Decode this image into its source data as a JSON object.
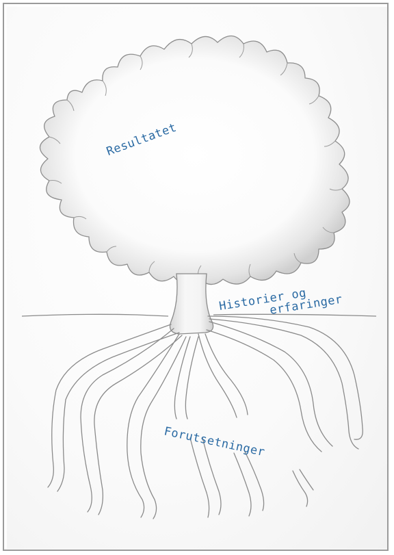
{
  "labels": {
    "result": "Resultatet",
    "stories_line1": "Historier og",
    "stories_line2": "erfaringer",
    "prerequisites": "Forutsetninger"
  },
  "colors": {
    "label_text": "#2a6aa3",
    "pencil": "#8a8a8a",
    "frame": "#9a9a9a"
  }
}
